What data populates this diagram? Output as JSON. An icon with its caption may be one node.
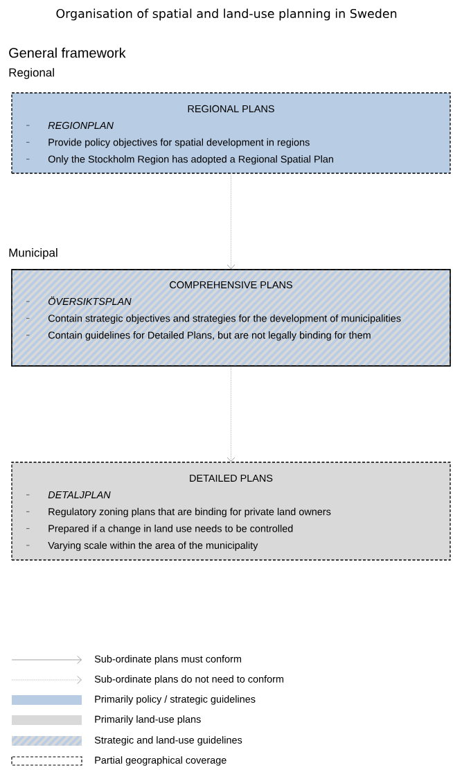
{
  "diagram": {
    "title": "Organisation of spatial and land-use planning in Sweden",
    "nodes": [
      {
        "text": [
          "REGIONAL PLANS",
          "REGIONPLAN",
          "Provide policy objectives for spatial development in regions",
          "Only the Stockholm Region has adopted a Regional Spatial Plan"
        ]
      },
      {
        "text": [
          "COMPREHENSIVE PLANS",
          "ÖVERSIKTSPLAN",
          "Contain strategic objectives and strategies for the development of municipalities",
          "Contain guidelines for Detailed Plans, but are not legally binding for them"
        ]
      },
      {
        "text": [
          "DETAILED PLANS",
          "DETALJPLAN",
          "Regulatory zoning plans that are binding for private land owners",
          "Prepared if a change in land use needs to be controlled",
          "Varying scale within the area of the municipality"
        ]
      }
    ],
    "edges": [
      {
        "from": 0,
        "to": 1,
        "arrow": "to",
        "style": "dashed"
      },
      {
        "from": 1,
        "to": 2,
        "arrow": "to",
        "style": "dashed"
      }
    ],
    "labels": [
      "General framework",
      "Regional",
      "Municipal"
    ],
    "legend": [
      {
        "text": "Sub-ordinate plans must conform"
      },
      {
        "text": "Sub-ordinate plans do not need to conform"
      },
      {
        "text": "Primarily policy / strategic guidelines",
        "color": "#b8cce4"
      },
      {
        "text": "Primarily land-use plans",
        "color": "#d9d9d9"
      },
      {
        "text": "Strategic and land-use guidelines"
      },
      {
        "text": "Partial geographical coverage"
      }
    ]
  }
}
